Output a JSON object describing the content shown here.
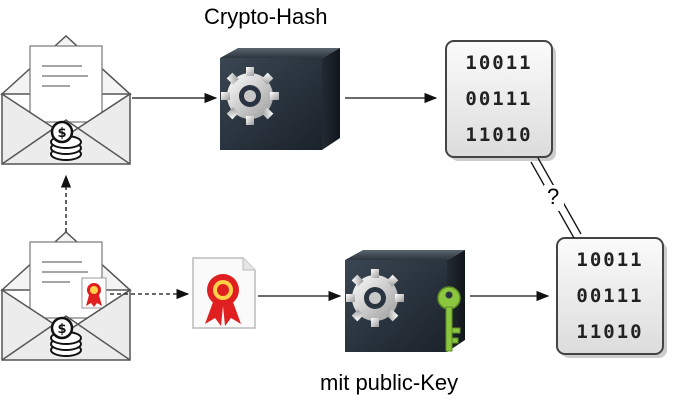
{
  "labels": {
    "top_title": "Crypto-Hash",
    "bottom_title": "mit public-Key",
    "question": "?"
  },
  "binary_top": [
    "10011",
    "00111",
    "11010"
  ],
  "binary_bottom": [
    "10011",
    "00111",
    "11010"
  ],
  "colors": {
    "envelope_fill": "#f4f4f4",
    "envelope_stroke": "#555555",
    "safe_body": "#2a3440",
    "panel_fill": "#f2f2f2",
    "key_green": "#8cc63f",
    "cert_red": "#e02020",
    "line": "#111111"
  }
}
